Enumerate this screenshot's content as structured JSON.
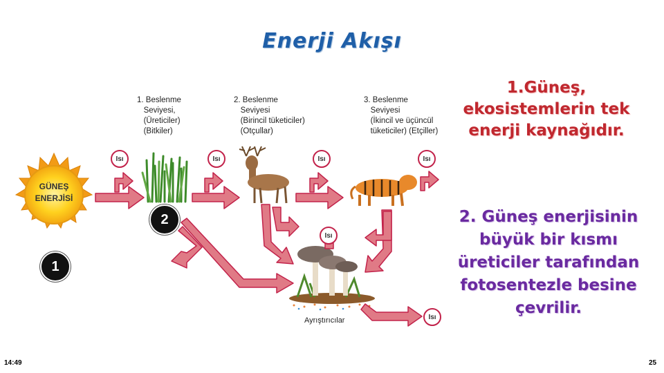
{
  "title": "Enerji Akışı",
  "sun": {
    "label_line1": "GÜNEŞ",
    "label_line2": "ENERJİSİ"
  },
  "levels": [
    {
      "label": "1. Beslenme\n   Seviyesi,\n   (Üreticiler)\n   (Bitkiler)"
    },
    {
      "label": "2. Beslenme\n   Seviyesi\n   (Birincil tüketiciler)\n   (Otçullar)"
    },
    {
      "label": "3. Beslenme\n   Seviyesi\n   (İkincil ve üçüncül\n   tüketiciler) (Etçiller)"
    }
  ],
  "heat_label": "Isı",
  "decomposer_label": "Ayrıştırıcılar",
  "badges": [
    "1",
    "2"
  ],
  "notes": {
    "note1": "1.Güneş, ekosistemlerin tek enerji kaynağıdır.",
    "note2": "2. Güneş enerjisinin büyük bir kısmı üreticiler tarafından fotosentezle besine  çevrilir."
  },
  "footer": {
    "time": "14:49",
    "page": "25"
  },
  "colors": {
    "arrow": "#e07a86",
    "arrow_stroke": "#c2224a",
    "title": "#1f5fa8",
    "note1": "#c0282f",
    "note2": "#6a2aa0"
  }
}
